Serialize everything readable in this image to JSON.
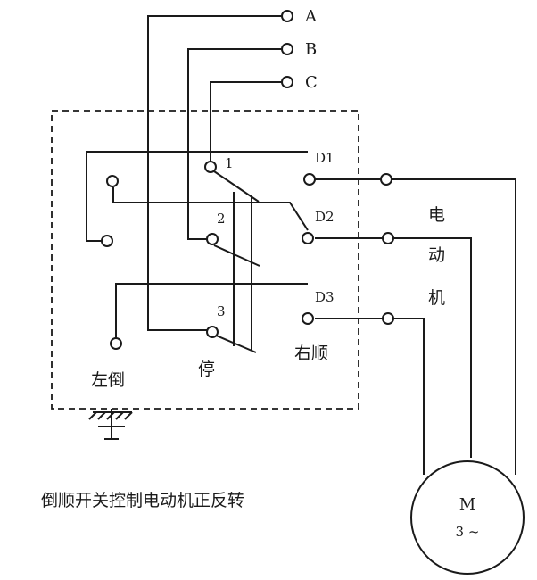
{
  "terminals": {
    "phase_a": "A",
    "phase_b": "B",
    "phase_c": "C",
    "d1": "D1",
    "d2": "D2",
    "d3": "D3",
    "pos1": "1",
    "pos2": "2",
    "pos3": "3"
  },
  "labels": {
    "left_reverse": "左倒",
    "stop": "停",
    "right_forward": "右顺",
    "motor_side": [
      "电",
      "动",
      "机"
    ]
  },
  "motor": {
    "letter": "M",
    "phase": "3 ~"
  },
  "caption": "倒顺开关控制电动机正反转"
}
